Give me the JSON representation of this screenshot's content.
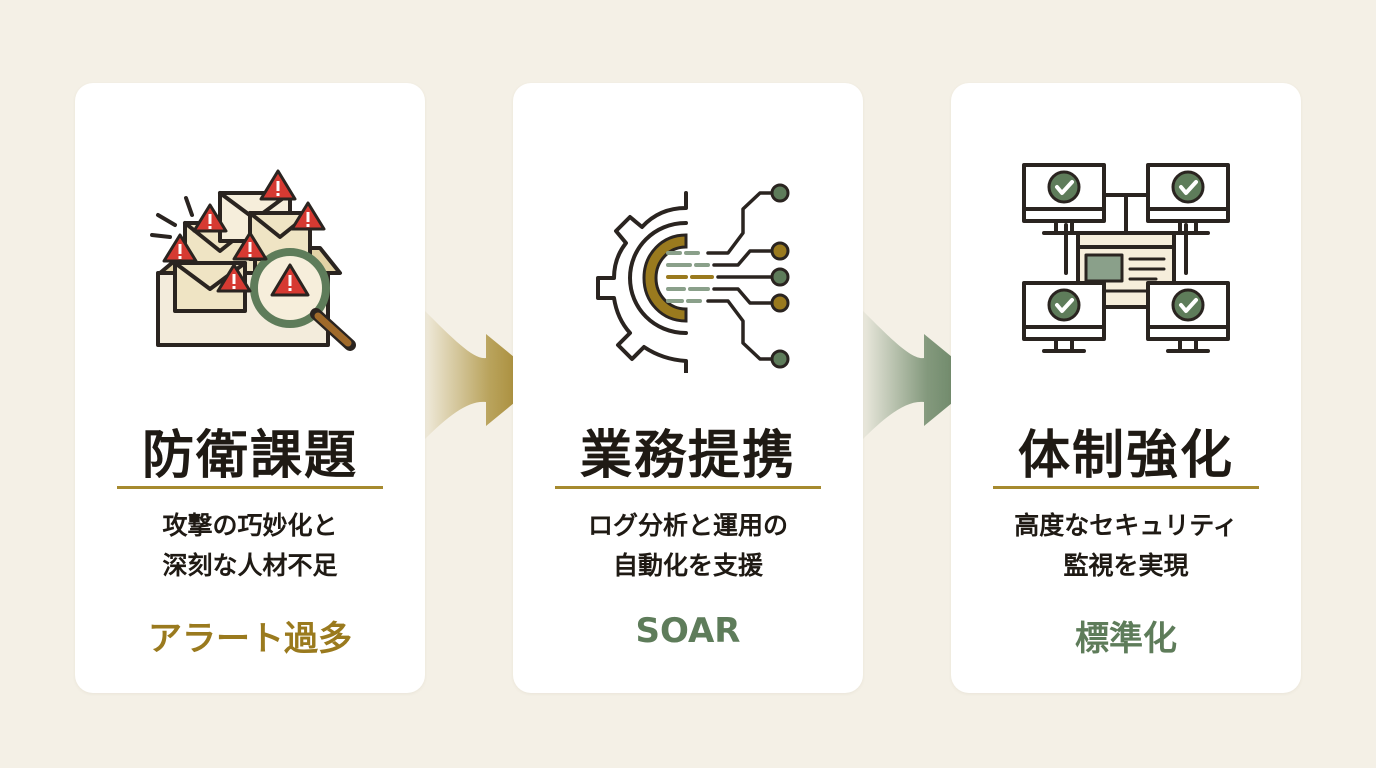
{
  "cards": [
    {
      "title": "防衛課題",
      "desc_line1": "攻撃の巧妙化と",
      "desc_line2": "深刻な人材不足",
      "keyword": "アラート過多",
      "keyword_color": "#9a7a1e",
      "icon": "alert-envelopes-magnifier-icon"
    },
    {
      "title": "業務提携",
      "desc_line1": "ログ分析と運用の",
      "desc_line2": "自動化を支援",
      "keyword": "SOAR",
      "keyword_color": "#5e7c5a",
      "icon": "gear-circuit-icon"
    },
    {
      "title": "体制強化",
      "desc_line1": "高度なセキュリティ",
      "desc_line2": "監視を実現",
      "keyword": "標準化",
      "keyword_color": "#5e7c5a",
      "icon": "monitor-network-icon"
    }
  ],
  "colors": {
    "background": "#f4f0e6",
    "gold": "#a68a2f",
    "green": "#5e7c5a",
    "alert_red": "#d63a32",
    "text": "#1f1a14"
  }
}
